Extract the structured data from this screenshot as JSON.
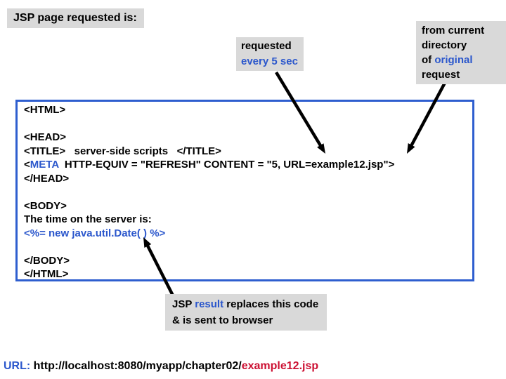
{
  "labels": {
    "title": "JSP page requested is:",
    "refresh": {
      "line1": "requested",
      "line2": "every 5 sec"
    },
    "directory": {
      "line1": "from current",
      "line2": "directory",
      "line3_black": "of ",
      "line3_blue": "original",
      "line4": "request"
    },
    "result": {
      "line1_black1": "JSP ",
      "line1_blue": "result",
      "line1_black2": " replaces this code",
      "line2": "& is sent to browser"
    }
  },
  "code": {
    "html_open": "<HTML>",
    "head_open": "<HEAD>",
    "title_line": "<TITLE>   server-side scripts   </TITLE>",
    "meta_lt": "<",
    "meta_tag": "META",
    "meta_rest": "  HTTP-EQUIV = \"REFRESH\" CONTENT = \"5, URL=example12.jsp\">",
    "head_close": "</HEAD>",
    "body_open": "<BODY>",
    "time_text": "The time on the server is:",
    "scriptlet": "<%= new java.util.Date( ) %>",
    "body_close": "</BODY>",
    "html_close": "</HTML>"
  },
  "url_bar": {
    "label": "URL: ",
    "path": "http://localhost:8080/myapp/chapter02/",
    "file": "example12.jsp"
  },
  "colors": {
    "accent_blue": "#2b57cc",
    "label_bg": "#d9d9d9",
    "code_border": "#2e5ecf",
    "url_file_red": "#cc1133",
    "arrow_black": "#000000"
  }
}
